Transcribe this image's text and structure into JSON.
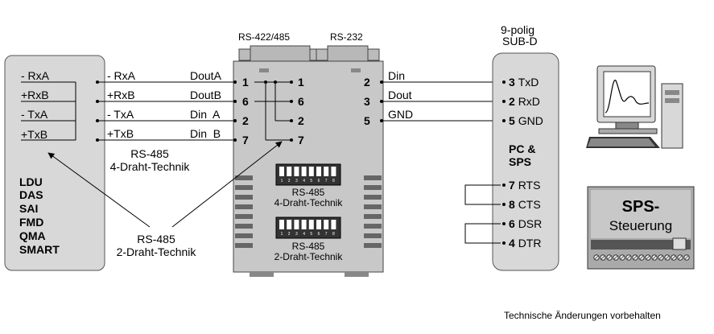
{
  "left_device": {
    "pins": [
      "- RxA",
      "+RxB",
      "- TxA",
      "+TxB"
    ],
    "models": [
      "LDU",
      "DAS",
      "SAI",
      "FMD",
      "QMA",
      "SMART"
    ]
  },
  "wire_labels_left": [
    "- RxA",
    "+RxB",
    "- TxA",
    "+TxB"
  ],
  "converter": {
    "header_rs422": "RS-422/485",
    "header_rs232": "RS-232",
    "signals": [
      "DoutA",
      "DoutB",
      "Din  A",
      "Din  B"
    ],
    "left_pins": [
      "1",
      "6",
      "2",
      "7"
    ],
    "inner_pins": [
      "1",
      "6",
      "2",
      "7"
    ],
    "right_pins": [
      "2",
      "3",
      "5"
    ],
    "dip_4wire": "RS-485\n4-Draht-Technik",
    "dip_2wire": "RS-485\n2-Draht-Technik",
    "dip_numbers": [
      "1",
      "2",
      "3",
      "4",
      "5",
      "6",
      "7",
      "8"
    ]
  },
  "annotations": {
    "four_wire": "RS-485\n4-Draht-Technik",
    "two_wire": "RS-485\n2-Draht-Technik"
  },
  "rs232_signals": [
    "Din",
    "Dout",
    "GND"
  ],
  "sub_d": {
    "header": "9-polig\nSUB-D",
    "pins": [
      {
        "num": "3",
        "name": "TxD"
      },
      {
        "num": "2",
        "name": "RxD"
      },
      {
        "num": "5",
        "name": "GND"
      },
      {
        "num": "7",
        "name": "RTS"
      },
      {
        "num": "8",
        "name": "CTS"
      },
      {
        "num": "6",
        "name": "DSR"
      },
      {
        "num": "4",
        "name": "DTR"
      }
    ],
    "label": "PC &\nSPS"
  },
  "sps": {
    "title": "SPS-",
    "subtitle": "Steuerung"
  },
  "footer": "Technische Änderungen vorbehalten",
  "colors": {
    "panel": "#d8d8d8",
    "converter": "#c8c8c8",
    "wire": "#000000"
  }
}
